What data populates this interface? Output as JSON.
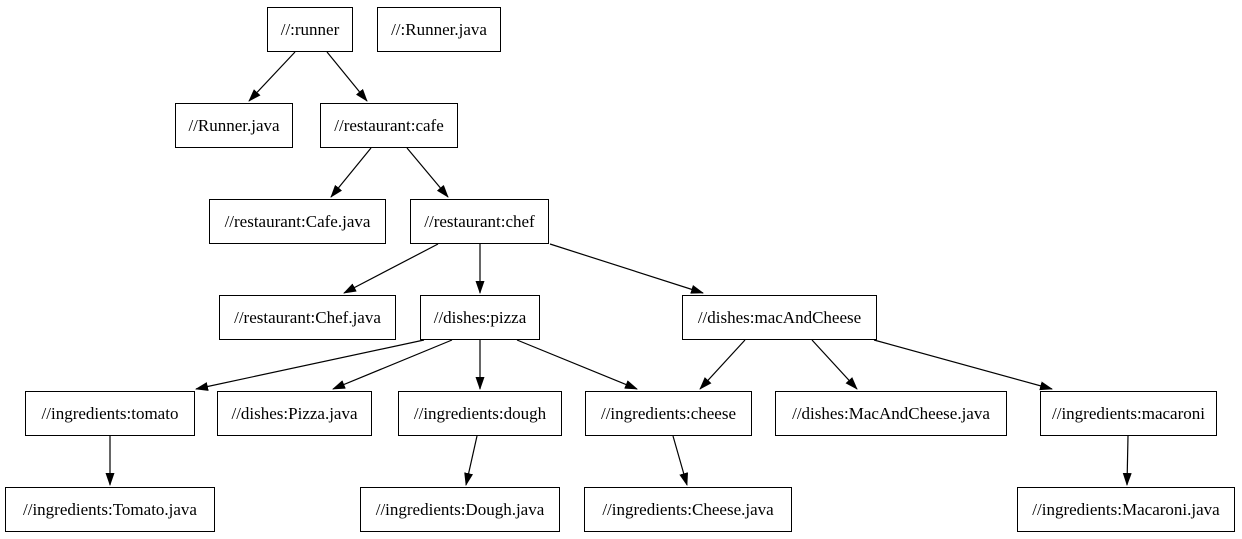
{
  "diagram": {
    "type": "dependency-graph",
    "background_color": "#ffffff",
    "node_border_color": "#000000",
    "edge_color": "#000000",
    "text_color": "#000000",
    "nodes": [
      {
        "id": "runner",
        "label": "//:runner"
      },
      {
        "id": "runner-java-root",
        "label": "//:Runner.java"
      },
      {
        "id": "runner-java",
        "label": "//Runner.java"
      },
      {
        "id": "cafe",
        "label": "//restaurant:cafe"
      },
      {
        "id": "cafe-java",
        "label": "//restaurant:Cafe.java"
      },
      {
        "id": "chef",
        "label": "//restaurant:chef"
      },
      {
        "id": "chef-java",
        "label": "//restaurant:Chef.java"
      },
      {
        "id": "pizza",
        "label": "//dishes:pizza"
      },
      {
        "id": "mac-and-cheese",
        "label": "//dishes:macAndCheese"
      },
      {
        "id": "tomato",
        "label": "//ingredients:tomato"
      },
      {
        "id": "pizza-java",
        "label": "//dishes:Pizza.java"
      },
      {
        "id": "dough",
        "label": "//ingredients:dough"
      },
      {
        "id": "cheese",
        "label": "//ingredients:cheese"
      },
      {
        "id": "mac-and-cheese-java",
        "label": "//dishes:MacAndCheese.java"
      },
      {
        "id": "macaroni",
        "label": "//ingredients:macaroni"
      },
      {
        "id": "tomato-java",
        "label": "//ingredients:Tomato.java"
      },
      {
        "id": "dough-java",
        "label": "//ingredients:Dough.java"
      },
      {
        "id": "cheese-java",
        "label": "//ingredients:Cheese.java"
      },
      {
        "id": "macaroni-java",
        "label": "//ingredients:Macaroni.java"
      }
    ],
    "edges": [
      {
        "from": "runner",
        "to": "runner-java"
      },
      {
        "from": "runner",
        "to": "cafe"
      },
      {
        "from": "cafe",
        "to": "cafe-java"
      },
      {
        "from": "cafe",
        "to": "chef"
      },
      {
        "from": "chef",
        "to": "chef-java"
      },
      {
        "from": "chef",
        "to": "pizza"
      },
      {
        "from": "chef",
        "to": "mac-and-cheese"
      },
      {
        "from": "pizza",
        "to": "tomato"
      },
      {
        "from": "pizza",
        "to": "pizza-java"
      },
      {
        "from": "pizza",
        "to": "dough"
      },
      {
        "from": "pizza",
        "to": "cheese"
      },
      {
        "from": "mac-and-cheese",
        "to": "cheese"
      },
      {
        "from": "mac-and-cheese",
        "to": "mac-and-cheese-java"
      },
      {
        "from": "mac-and-cheese",
        "to": "macaroni"
      },
      {
        "from": "tomato",
        "to": "tomato-java"
      },
      {
        "from": "dough",
        "to": "dough-java"
      },
      {
        "from": "cheese",
        "to": "cheese-java"
      },
      {
        "from": "macaroni",
        "to": "macaroni-java"
      }
    ]
  }
}
